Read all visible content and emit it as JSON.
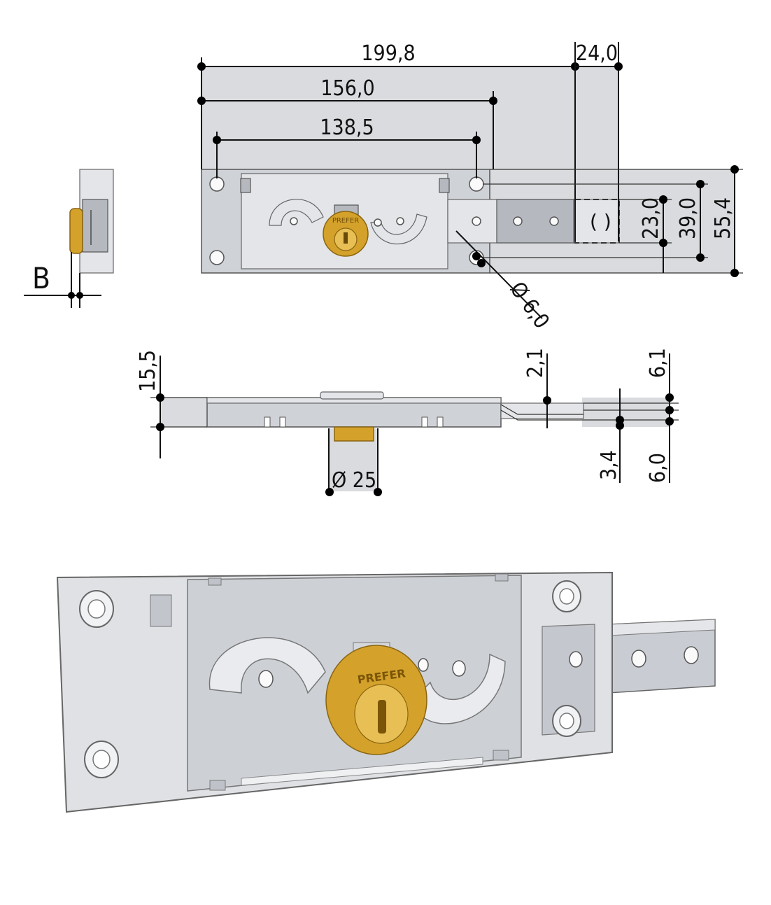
{
  "dimensions": {
    "overall_length": "199,8",
    "bolt_extension": "24,0",
    "length_156": "156,0",
    "hole_spacing": "138,5",
    "height_23": "23,0",
    "height_39": "39,0",
    "height_55": "55,4",
    "hole_diameter": "Ø 6,0",
    "thickness": "15,5",
    "dim_2_1": "2,1",
    "dim_6_1": "6,1",
    "dim_3_4": "3,4",
    "dim_6_0": "6,0",
    "cylinder_diameter": "Ø 25"
  },
  "labels": {
    "b_label": "B",
    "brand_top": "PREFER",
    "brand_bottom": "PREFER"
  },
  "colors": {
    "steel": "#cfd2d7",
    "brass": "#d4a22b"
  }
}
